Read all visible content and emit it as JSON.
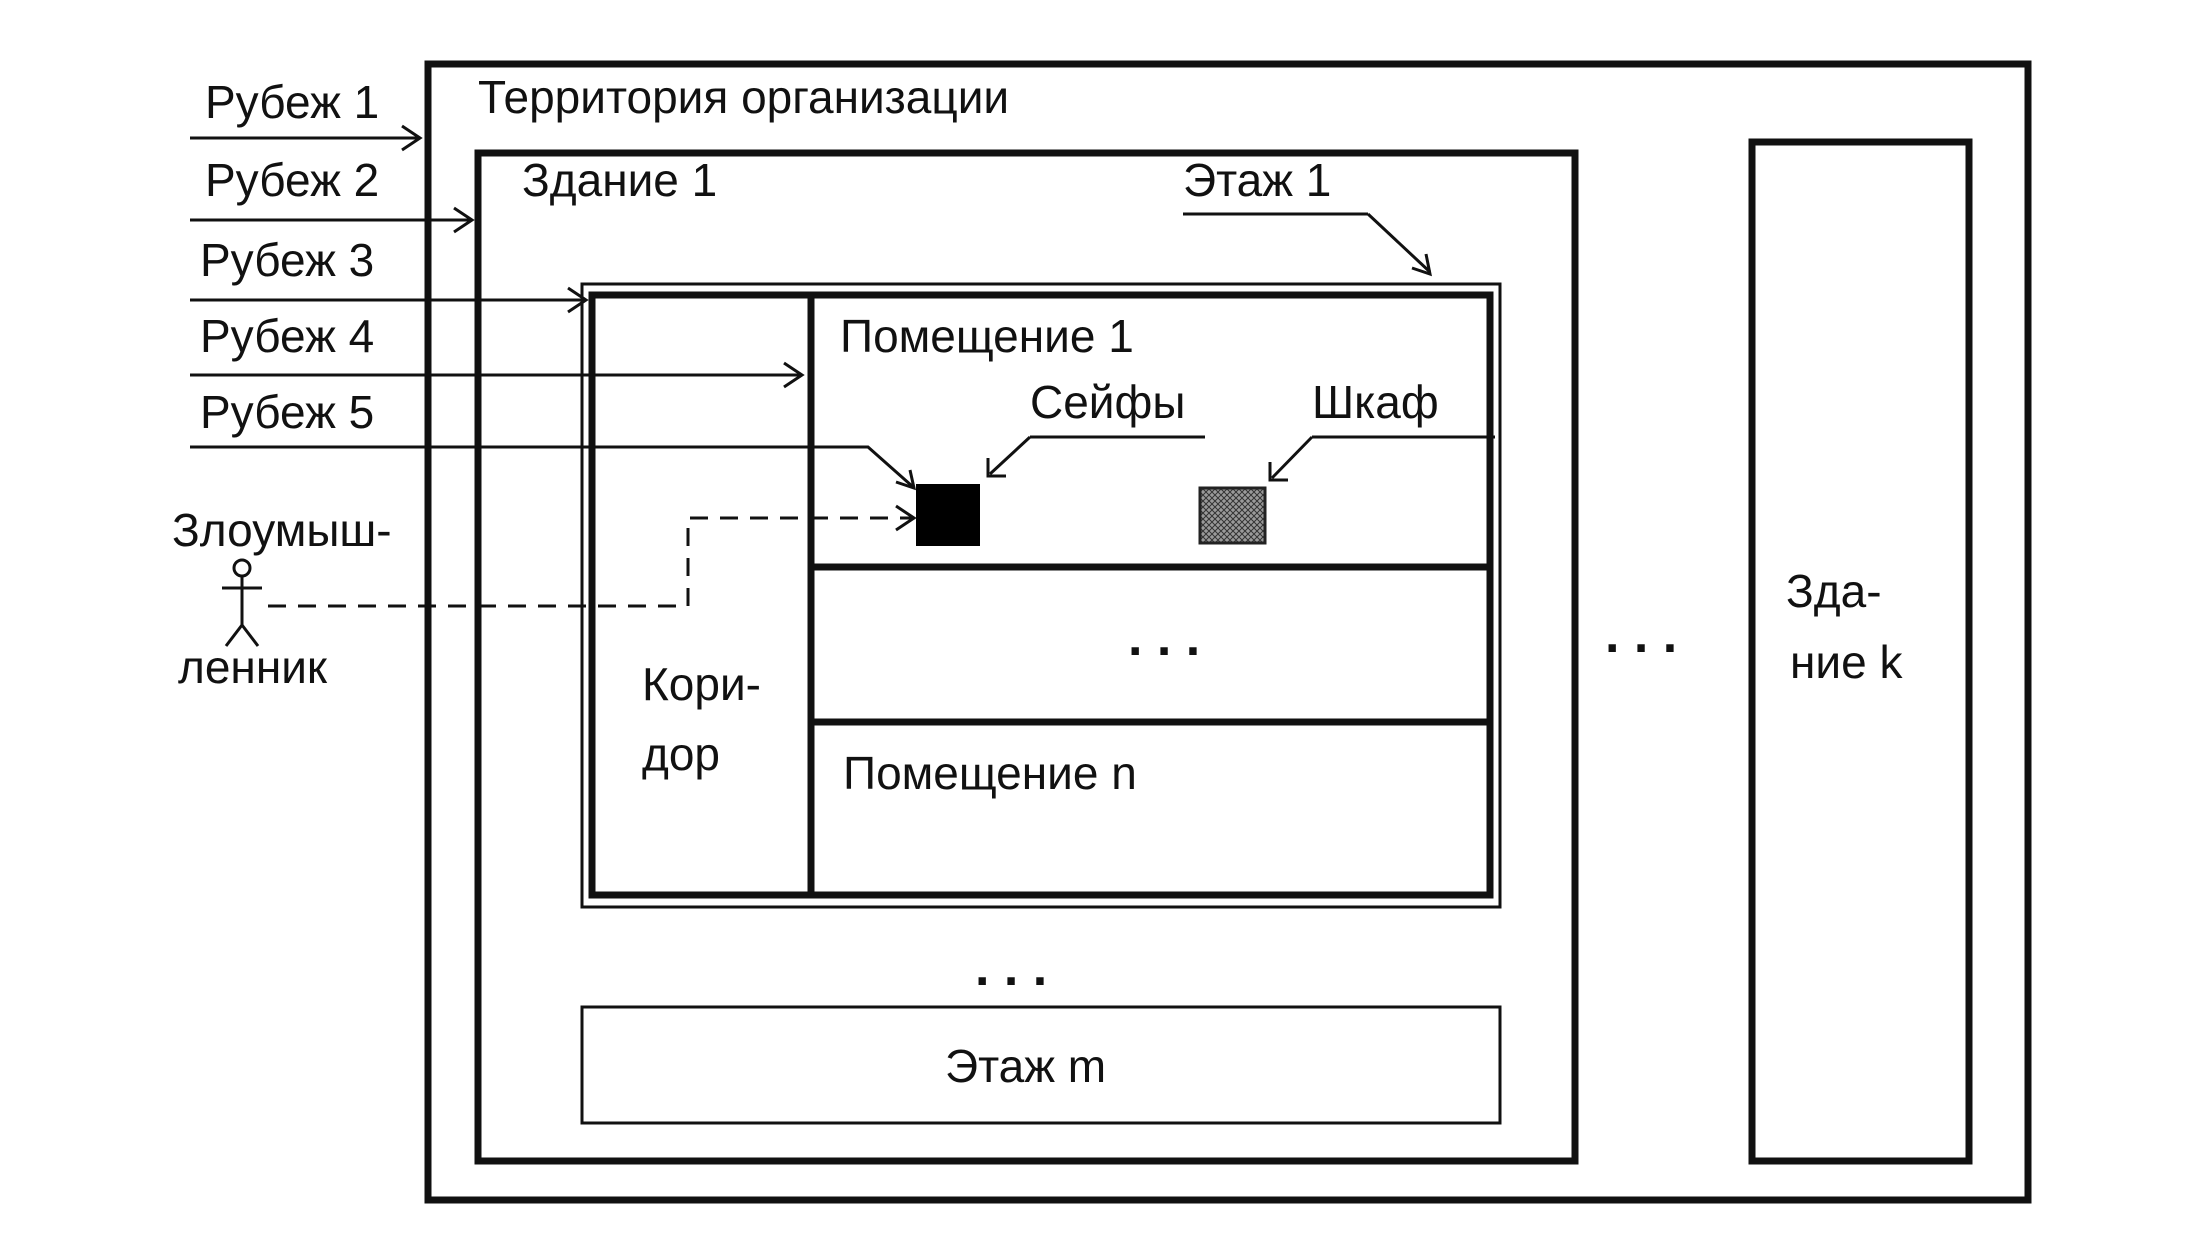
{
  "territory": {
    "label": "Территория организации"
  },
  "building1": {
    "label": "Здание 1"
  },
  "buildingK": {
    "label_line1": "Зда-",
    "label_line2": "ние k"
  },
  "floor1": {
    "label": "Этаж 1"
  },
  "floorM": {
    "label": "Этаж m"
  },
  "corridor": {
    "label_line1": "Кори-",
    "label_line2": "дор"
  },
  "room1": {
    "label": "Помещение 1"
  },
  "roomN": {
    "label": "Помещение n"
  },
  "safes": {
    "label": "Сейфы"
  },
  "cabinet": {
    "label": "Шкаф"
  },
  "boundaries": [
    {
      "label": "Рубеж 1"
    },
    {
      "label": "Рубеж 2"
    },
    {
      "label": "Рубеж 3"
    },
    {
      "label": "Рубеж 4"
    },
    {
      "label": "Рубеж 5"
    }
  ],
  "intruder": {
    "label_line1": "Злоумыш-",
    "label_line2": "ленник"
  },
  "ellipsis": {
    "rooms": ". . .",
    "floors": ". . .",
    "buildings": ". . ."
  },
  "colors": {
    "ink": "#111111",
    "cabinet_fill": "#8a8a8a",
    "safe_fill": "#000000"
  }
}
